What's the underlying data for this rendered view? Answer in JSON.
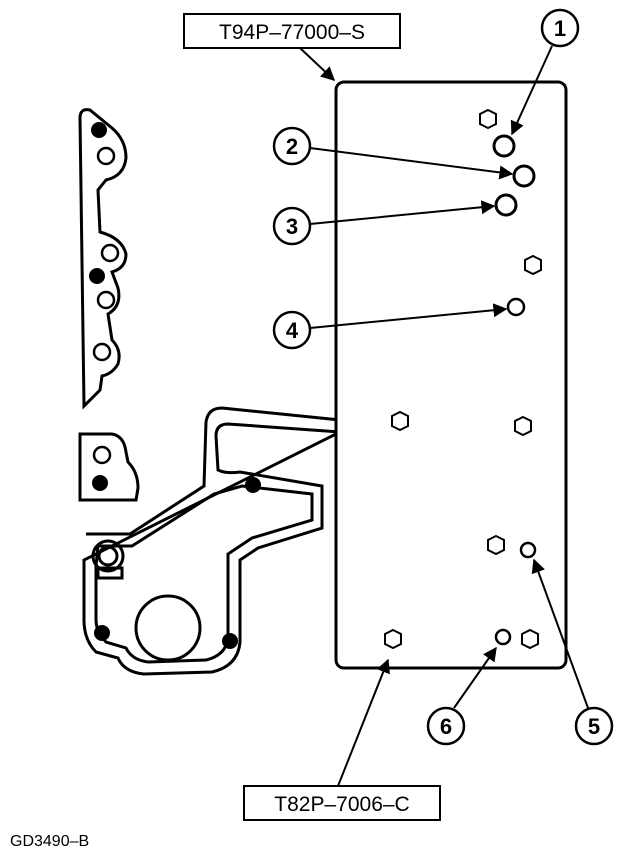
{
  "labels": {
    "top_part_number": "T94P–77000–S",
    "bottom_part_number": "T82P–7006–C",
    "figure_id": "GD3490–B"
  },
  "callouts": [
    {
      "number": "1"
    },
    {
      "number": "2"
    },
    {
      "number": "3"
    },
    {
      "number": "4"
    },
    {
      "number": "5"
    },
    {
      "number": "6"
    }
  ]
}
